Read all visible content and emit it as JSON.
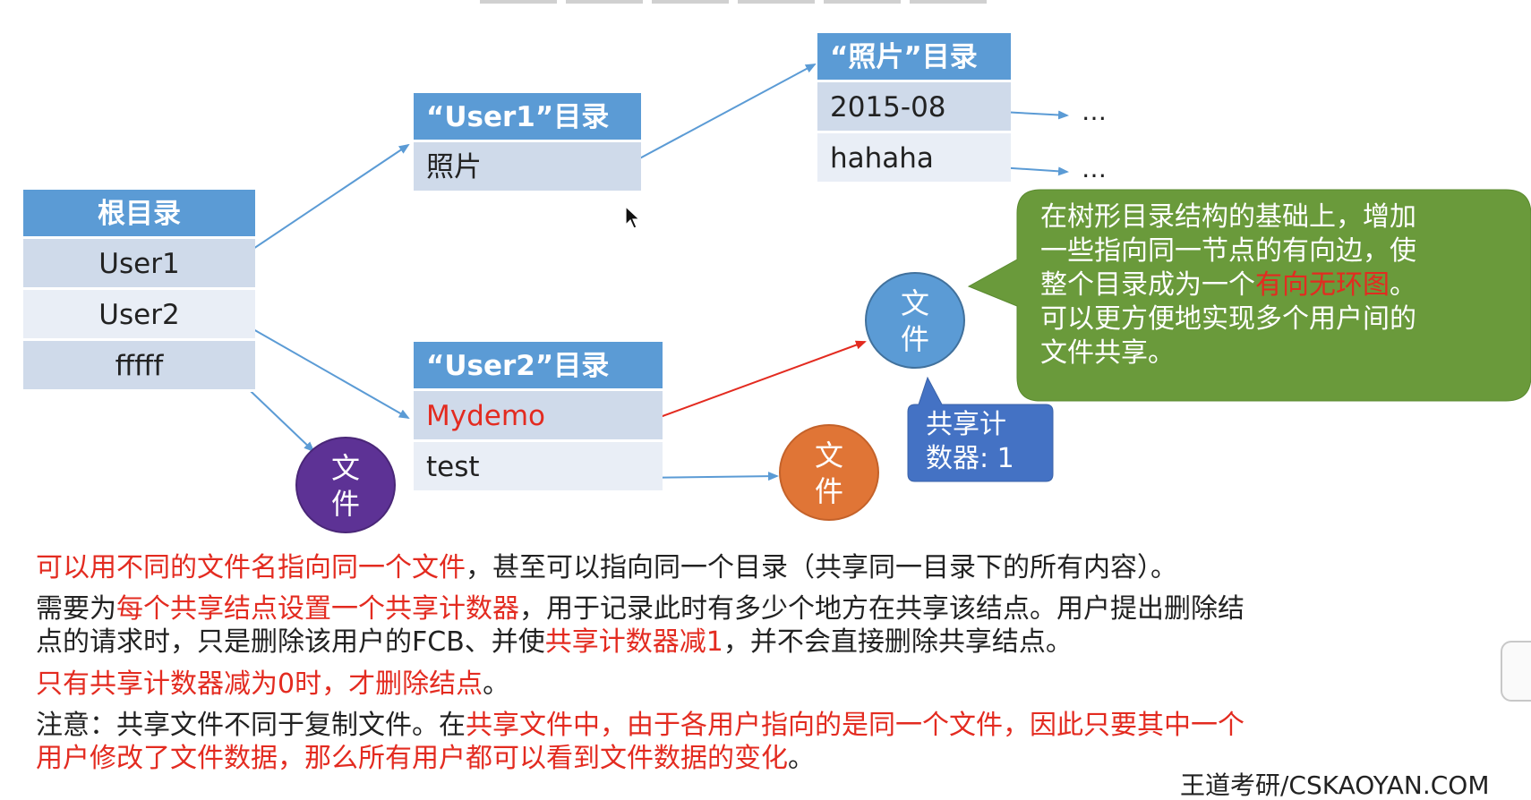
{
  "root_dir": {
    "header": "根目录",
    "rows": [
      "User1",
      "User2",
      "fffff"
    ]
  },
  "user1_dir": {
    "header": "“User1”目录",
    "rows": [
      "照片"
    ]
  },
  "photo_dir": {
    "header": "“照片”目录",
    "rows": [
      "2015-08",
      "hahaha"
    ],
    "ellipsis": [
      "…",
      "…"
    ]
  },
  "user2_dir": {
    "header": "“User2”目录",
    "rows": [
      "Mydemo",
      "test"
    ]
  },
  "file_nodes": {
    "purple": [
      "文",
      "件"
    ],
    "orange": [
      "文",
      "件"
    ],
    "blue": [
      "文",
      "件"
    ]
  },
  "share_counter": [
    "共享计",
    "数器: 1"
  ],
  "callout": {
    "lines": [
      [
        {
          "t": "在树形目录结构的基础上，增加",
          "red": false
        }
      ],
      [
        {
          "t": "一些指向同一节点的有向边，使",
          "red": false
        }
      ],
      [
        {
          "t": "整个目录成为一个",
          "red": false
        },
        {
          "t": "有向无环图",
          "red": true
        },
        {
          "t": "。",
          "red": false
        }
      ],
      [
        {
          "t": "可以更方便地实现多个用户间的",
          "red": false
        }
      ],
      [
        {
          "t": "文件共享。",
          "red": false
        }
      ]
    ]
  },
  "paragraphs": [
    {
      "lines": [
        [
          {
            "t": "可以用不同的文件名指向同一个文件",
            "red": true
          },
          {
            "t": "，甚至可以指向同一个目录（共享同一目录下的所有内容）。",
            "red": false
          }
        ]
      ]
    },
    {
      "lines": [
        [
          {
            "t": "需要为",
            "red": false
          },
          {
            "t": "每个共享结点设置一个共享计数器",
            "red": true
          },
          {
            "t": "，用于记录此时有多少个地方在共享该结点。用户提出删除结",
            "red": false
          }
        ],
        [
          {
            "t": "点的请求时，只是删除该用户的FCB、并使",
            "red": false
          },
          {
            "t": "共享计数器减1",
            "red": true
          },
          {
            "t": "，并不会直接删除共享结点。",
            "red": false
          }
        ]
      ]
    },
    {
      "lines": [
        [
          {
            "t": "只有共享计数器减为0时，才删除结点",
            "red": true
          },
          {
            "t": "。",
            "red": false
          }
        ]
      ]
    },
    {
      "lines": [
        [
          {
            "t": "注意：共享文件不同于复制文件。在",
            "red": false
          },
          {
            "t": "共享文件中，由于各用户指向的是同一个文件，因此只要其中一个",
            "red": true
          }
        ],
        [
          {
            "t": "用户修改了文件数据，那么所有用户都可以看到文件数据的变化",
            "red": true
          },
          {
            "t": "。",
            "red": false
          }
        ]
      ]
    }
  ],
  "brand": "王道考研/CSKAOYAN.COM",
  "colors": {
    "header_blue": "#5b9bd5",
    "row_dark": "#cfdaea",
    "row_light": "#e9eef6",
    "highlight_red": "#e32b20",
    "callout_green": "#6a9a3b",
    "counter_blue": "#4472c4",
    "file_purple": "#5d3295",
    "file_orange": "#e07536",
    "file_blue": "#5b9bd5",
    "arrow_blue": "#5b9bd5",
    "arrow_red": "#e32b20"
  }
}
